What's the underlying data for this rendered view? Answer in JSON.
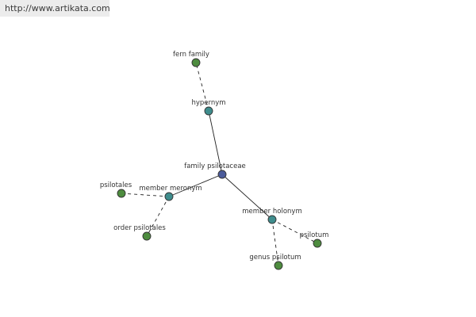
{
  "header": {
    "url_text": "http://www.artikata.com"
  },
  "colors": {
    "center_node": "#4b5b9a",
    "relation_node": "#3f8d8d",
    "leaf_node": "#4e8c3f"
  },
  "graph": {
    "nodes": [
      {
        "id": "family-psilotaceae",
        "label": "family psilotaceae",
        "kind": "center"
      },
      {
        "id": "hypernym",
        "label": "hypernym",
        "kind": "relation"
      },
      {
        "id": "fern-family",
        "label": "fern family",
        "kind": "leaf"
      },
      {
        "id": "member-meronym",
        "label": "member meronym",
        "kind": "relation"
      },
      {
        "id": "psilotales",
        "label": "psilotales",
        "kind": "leaf"
      },
      {
        "id": "order-psilotales",
        "label": "order psilotales",
        "kind": "leaf"
      },
      {
        "id": "member-holonym",
        "label": "member holonym",
        "kind": "relation"
      },
      {
        "id": "psilotum",
        "label": "psilotum",
        "kind": "leaf"
      },
      {
        "id": "genus-psilotum",
        "label": "genus psilotum",
        "kind": "leaf"
      }
    ],
    "edges": [
      {
        "from": "family-psilotaceae",
        "to": "hypernym",
        "style": "solid"
      },
      {
        "from": "hypernym",
        "to": "fern-family",
        "style": "dashed"
      },
      {
        "from": "family-psilotaceae",
        "to": "member-meronym",
        "style": "solid"
      },
      {
        "from": "member-meronym",
        "to": "psilotales",
        "style": "dashed"
      },
      {
        "from": "member-meronym",
        "to": "order-psilotales",
        "style": "dashed"
      },
      {
        "from": "family-psilotaceae",
        "to": "member-holonym",
        "style": "solid"
      },
      {
        "from": "member-holonym",
        "to": "psilotum",
        "style": "dashed"
      },
      {
        "from": "member-holonym",
        "to": "genus-psilotum",
        "style": "dashed"
      }
    ]
  }
}
